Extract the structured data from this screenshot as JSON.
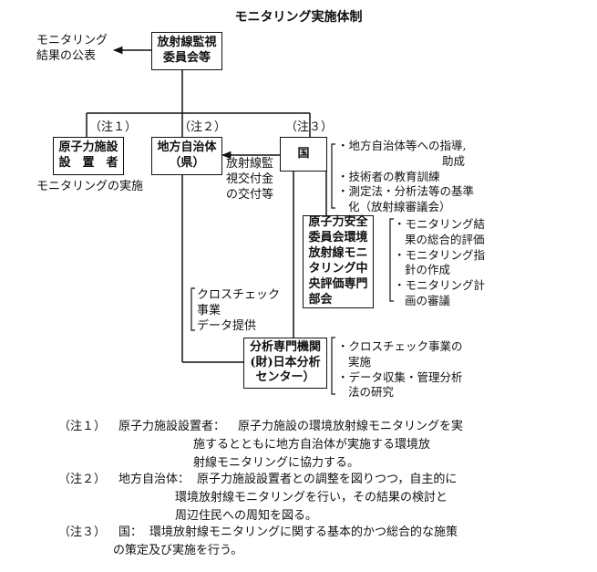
{
  "title": "モニタリング実施体制",
  "publication": {
    "line1": "モニタリング",
    "line2": "結果の公表"
  },
  "boxes": {
    "committee": {
      "line1": "放射線監視",
      "line2": "委員会等"
    },
    "operator": {
      "line1": "原子力施設",
      "line2": "設　置　者"
    },
    "local_gov": {
      "line1": "地方自治体",
      "line2": "（県）"
    },
    "state": {
      "label": "国"
    },
    "nsc": {
      "lines": [
        "原子力安全",
        "委員会環境",
        "放射線モニ",
        "タリング中",
        "央評価専門",
        "部会"
      ]
    },
    "jca": {
      "line1": "分析専門機関",
      "line2": "(財)日本分析",
      "line3": "センター）"
    }
  },
  "note_tags": {
    "n1": "（注１）",
    "n2": "（注２）",
    "n3": "（注３）"
  },
  "operator_caption": "モニタリングの実施",
  "subsidy": {
    "lines": [
      "放射線監",
      "視交付金",
      "の交付等"
    ]
  },
  "crosscheck": {
    "lines": [
      "クロスチェック",
      "事業",
      "データ提供"
    ]
  },
  "state_duties": {
    "items": [
      {
        "line1": "・地方自治体等への指導,",
        "line2": "助成"
      },
      {
        "line1": "・技術者の教育訓練"
      },
      {
        "line1": "・測定法・分析法等の基準",
        "line2": "化（放射線審議会）"
      }
    ]
  },
  "nsc_duties": {
    "items": [
      {
        "line1": "・モニタリング結",
        "line2": "果の総合的評価"
      },
      {
        "line1": "・モニタリング指",
        "line2": "針の作成"
      },
      {
        "line1": "・モニタリング計",
        "line2": "画の審議"
      }
    ]
  },
  "jca_duties": {
    "items": [
      {
        "line1": "・クロスチェック事業の",
        "line2": "実施"
      },
      {
        "line1": "・データ収集・管理分析",
        "line2": "法の研究"
      }
    ]
  },
  "footnotes": [
    {
      "tag": "（注１）",
      "term": "原子力施設設置者：",
      "lines": [
        "原子力施設の環境放射線モニタリングを実",
        "施するとともに地方自治体が実施する環境放",
        "射線モニタリングに協力する。"
      ]
    },
    {
      "tag": "（注２）",
      "term": "地方自治体：",
      "lines": [
        "原子力施設設置者との調整を図りつつ，自主的に",
        "環境放射線モニタリングを行い，その結果の検討と",
        "周辺住民への周知を図る。"
      ]
    },
    {
      "tag": "（注３）",
      "term": "国：",
      "lines": [
        "環境放射線モニタリングに関する基本的かつ総合的な施策",
        "の策定及び実施を行う。"
      ]
    }
  ]
}
